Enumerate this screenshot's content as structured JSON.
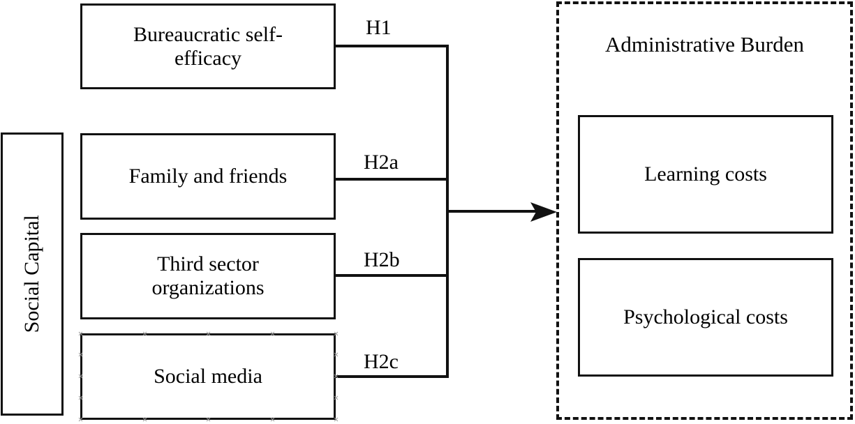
{
  "diagram": {
    "title": "Conceptual model: Social Capital and Administrative Burden",
    "type": "conceptual-model",
    "colors": {
      "stroke": "#111111",
      "background": "#ffffff",
      "selection_handle": "#9a9a9a"
    }
  },
  "antecedent": {
    "label": "Social Capital",
    "orientation": "vertical-rotated-90ccw"
  },
  "drivers": [
    {
      "id": "self-efficacy",
      "label": "Bureaucratic self-efficacy",
      "line1": "Bureaucratic self-",
      "line2": "efficacy",
      "hypothesis": "H1",
      "selected": false
    },
    {
      "id": "family",
      "label": "Family and friends",
      "line1": "Family and friends",
      "line2": "",
      "hypothesis": "H2a",
      "selected": false
    },
    {
      "id": "third-sector",
      "label": "Third sector organizations",
      "line1": "Third sector",
      "line2": "organizations",
      "hypothesis": "H2b",
      "selected": false
    },
    {
      "id": "social-media",
      "label": "Social media",
      "line1": "Social media",
      "line2": "",
      "hypothesis": "H2c",
      "selected": true
    }
  ],
  "hypotheses": {
    "h1": "H1",
    "h2a": "H2a",
    "h2b": "H2b",
    "h2c": "H2c"
  },
  "outcome_group": {
    "title": "Administrative Burden",
    "border_style": "dashed",
    "outcomes": [
      {
        "id": "learning-costs",
        "label": "Learning costs"
      },
      {
        "id": "psychological-costs",
        "label": "Psychological costs"
      }
    ]
  },
  "connector": {
    "arrow_direction": "right",
    "arrow_target": "Administrative Burden"
  }
}
